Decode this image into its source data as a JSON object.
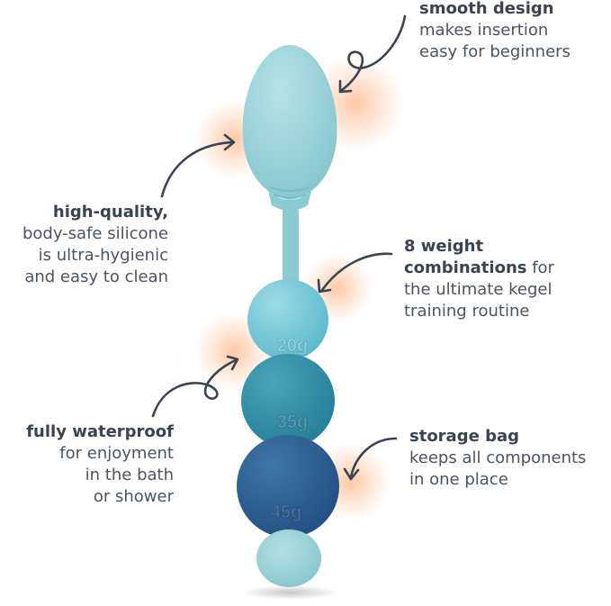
{
  "callouts": {
    "smooth": {
      "title": "smooth design",
      "line1": "makes insertion",
      "line2": "easy for beginners"
    },
    "silicone": {
      "title": "high-quality,",
      "line1": "body-safe silicone",
      "line2": "is ultra-hygienic",
      "line3": "and easy to clean"
    },
    "weights": {
      "title": "8 weight",
      "title2": "combinations",
      "title2_suffix": " for",
      "line1": "the ultimate kegel",
      "line2": "training routine"
    },
    "waterproof": {
      "title": "fully waterproof",
      "line1": "for enjoyment",
      "line2": "in the bath",
      "line3": "or shower"
    },
    "storage": {
      "title": "storage bag",
      "line1": "keeps all components",
      "line2": "in one place"
    }
  },
  "weights": {
    "small": "20g",
    "medium": "35g",
    "large": "45g"
  },
  "colors": {
    "body": "#8fcfd6",
    "ball_small": "#6ec8d8",
    "ball_medium": "#2f8ea6",
    "ball_large": "#2b5e93",
    "text": "#3c4652",
    "arrow": "#3a4452"
  }
}
